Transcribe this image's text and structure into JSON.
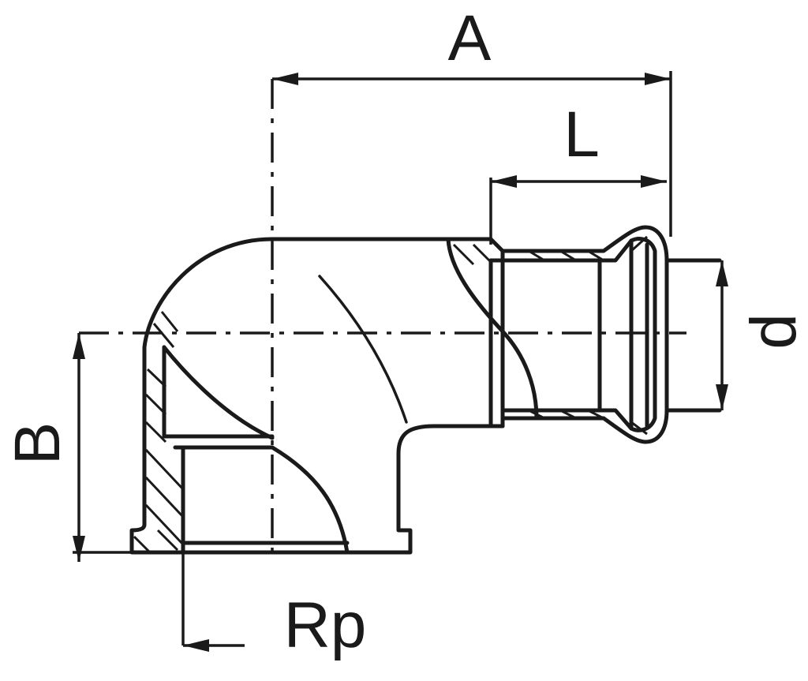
{
  "labels": {
    "a": "A",
    "l": "L",
    "b": "B",
    "d": "d",
    "rp": "Rp"
  },
  "colors": {
    "line": "#1a1a1a",
    "background": "#ffffff"
  }
}
